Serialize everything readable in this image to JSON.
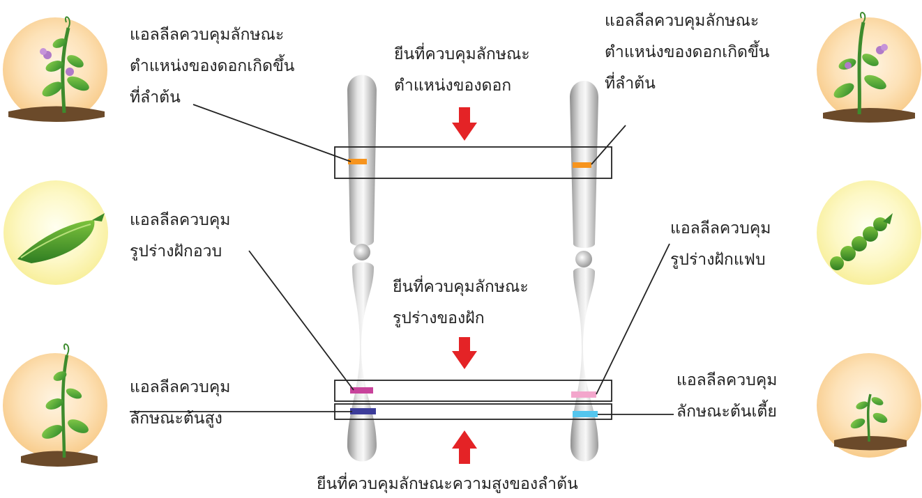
{
  "diagram": {
    "left_labels": {
      "flower_position": {
        "line1": "แอลลีลควบคุมลักษณะ",
        "line2": "ตำแหน่งของดอกเกิดขึ้น",
        "line3": "ที่ลำต้น"
      },
      "pod_shape": {
        "line1": "แอลลีลควบคุม",
        "line2": "รูปร่างฝักอวบ"
      },
      "stem_height": {
        "line1": "แอลลีลควบคุม",
        "line2": "ลักษณะต้นสูง"
      }
    },
    "right_labels": {
      "flower_position": {
        "line1": "แอลลีลควบคุมลักษณะ",
        "line2": "ตำแหน่งของดอกเกิดขึ้น",
        "line3": "ที่ลำต้น"
      },
      "pod_shape": {
        "line1": "แอลลีลควบคุม",
        "line2": "รูปร่างฝักแฟบ"
      },
      "stem_height": {
        "line1": "แอลลีลควบคุม",
        "line2": "ลักษณะต้นเตี้ย"
      }
    },
    "gene_labels": {
      "flower": {
        "line1": "ยีนที่ควบคุมลักษณะ",
        "line2": "ตำแหน่งของดอก"
      },
      "pod": {
        "line1": "ยีนที่ควบคุมลักษณะ",
        "line2": "รูปร่างของฝัก"
      },
      "height": "ยีนที่ควบคุมลักษณะความสูงของลำต้น"
    },
    "colors": {
      "band_flower": "#f7941d",
      "band_pod_left": "#c8439b",
      "band_pod_right": "#f3a6cc",
      "band_height_left": "#3c3c9a",
      "band_height_right": "#54c6ee",
      "arrow": "#e42326",
      "plant_circle": "#fbd9a8",
      "pod_circle": "#fbf3b0"
    },
    "icons": [
      "flowering-pea-plant-icon",
      "plump-pea-pod-icon",
      "tall-pea-plant-icon",
      "constricted-pea-pod-icon",
      "short-pea-plant-icon"
    ]
  }
}
